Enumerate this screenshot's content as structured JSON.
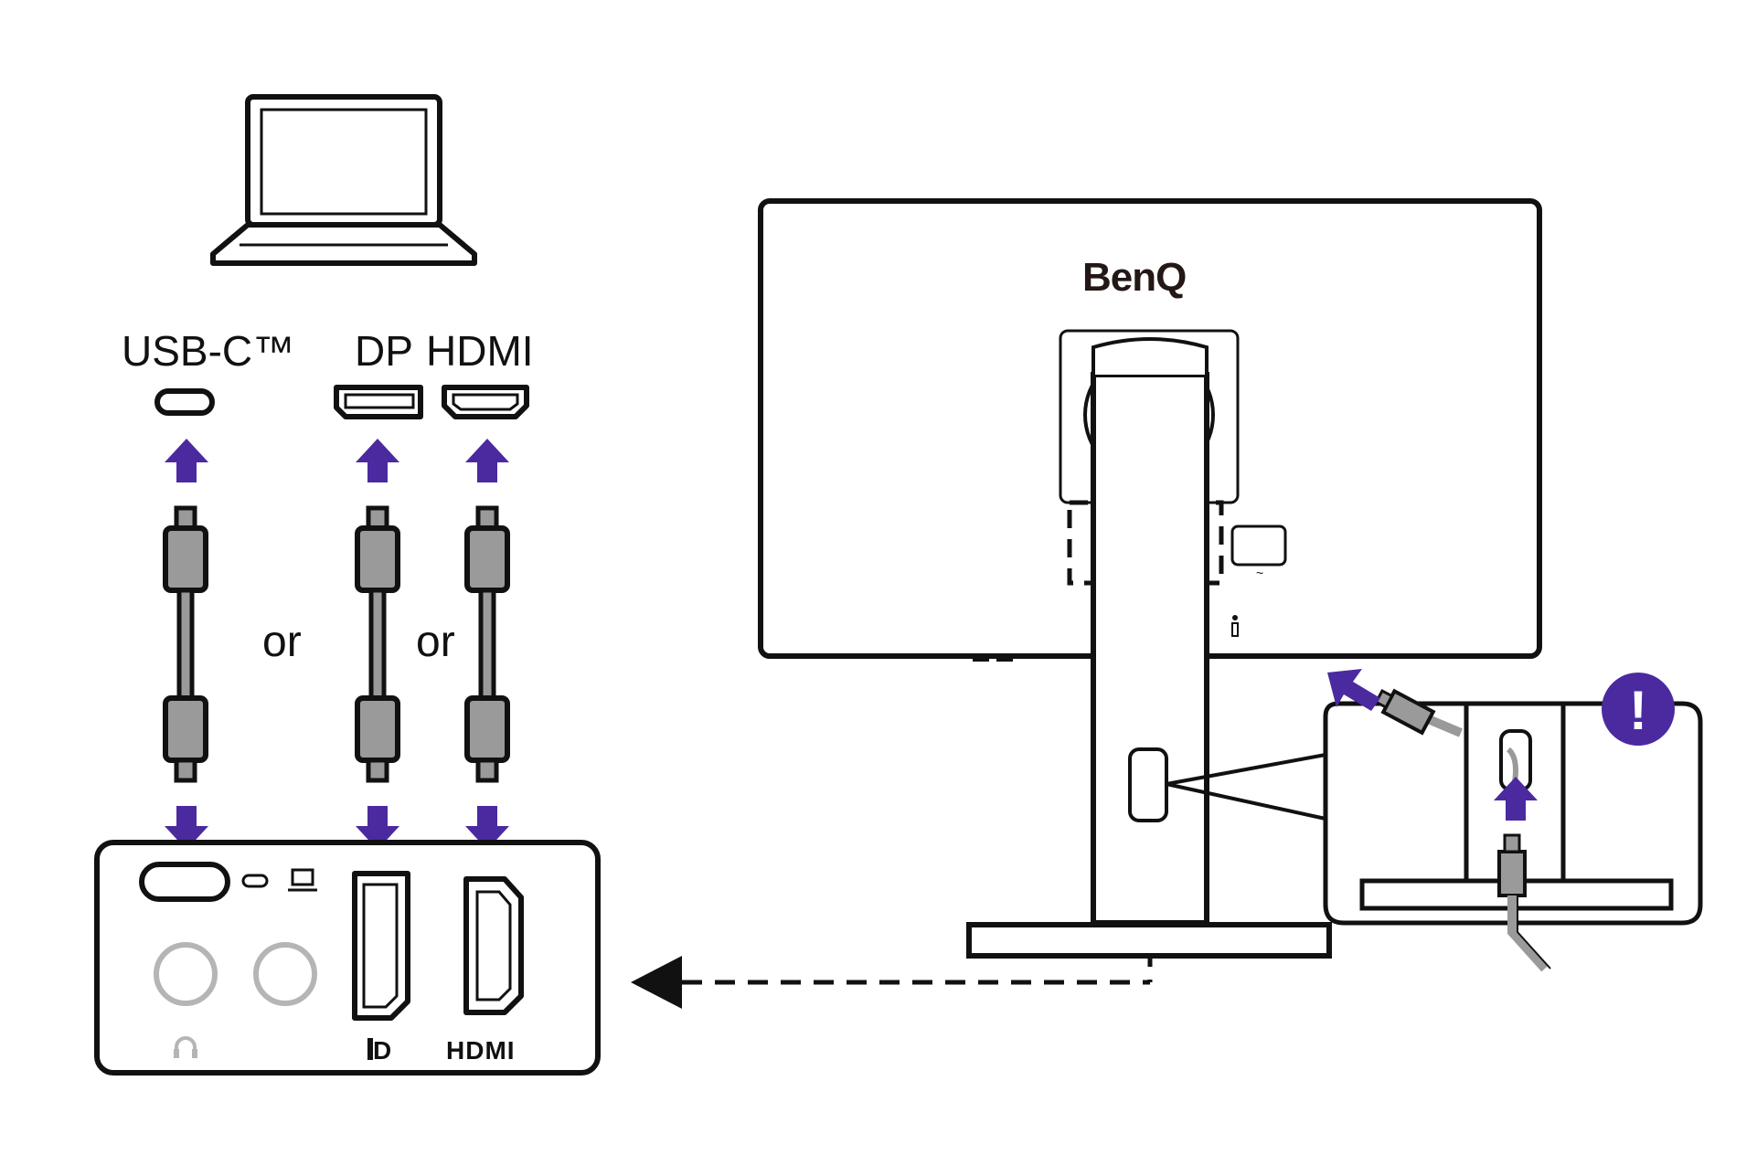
{
  "labels": {
    "usbc": "USB-C™",
    "dp": "DP",
    "hdmi": "HDMI",
    "or_1": "or",
    "or_2": "or",
    "brand": "BenQ",
    "panel_dp": "D",
    "panel_hdmi": "HDMI",
    "warning": "!"
  },
  "icons": {
    "laptop": "laptop-icon",
    "headphone": "headphone-icon",
    "warning": "warning-icon"
  },
  "colors": {
    "line": "#111111",
    "cable_fill": "#9a9a9a",
    "arrow": "#4b2aa0",
    "warning_bg": "#4b2aa0",
    "jack_gray": "#b5b5b5"
  }
}
